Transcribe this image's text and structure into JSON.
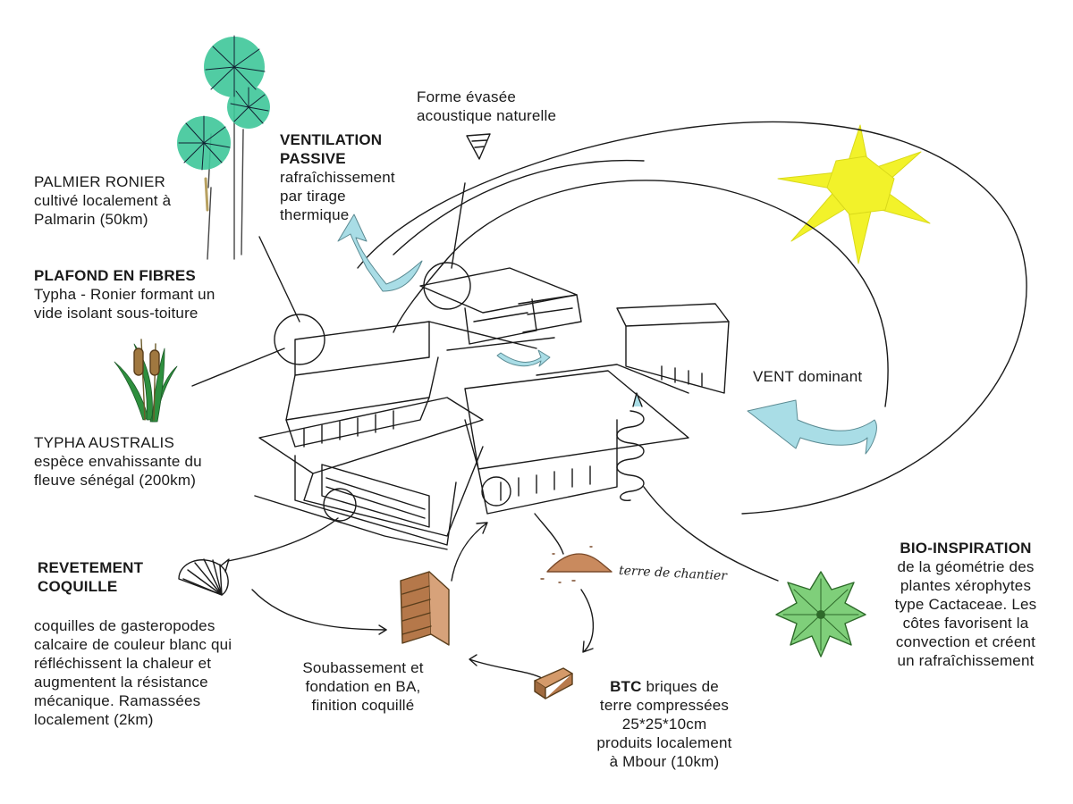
{
  "labels": {
    "palmier": {
      "line1": "PALMIER RONIER",
      "line2": "cultivé localement à",
      "line3": "Palmarin (50km)"
    },
    "ventilation": {
      "title1": "VENTILATION",
      "title2": "PASSIVE",
      "line1": "rafraîchissement",
      "line2": "par tirage",
      "line3": "thermique"
    },
    "forme": {
      "line1": "Forme évasée",
      "line2": "acoustique naturelle"
    },
    "plafond": {
      "title": "PLAFOND EN FIBRES",
      "line1": "Typha - Ronier formant un",
      "line2": "vide isolant sous-toiture"
    },
    "vent": {
      "line1": "VENT dominant"
    },
    "typha": {
      "line1": "TYPHA AUSTRALIS",
      "line2": "espèce envahissante du",
      "line3": "fleuve sénégal (200km)"
    },
    "revetement": {
      "title1": "REVETEMENT",
      "title2": "COQUILLE",
      "line1": "coquilles de gasteropodes",
      "line2": "calcaire de couleur blanc qui",
      "line3": "réfléchissent la chaleur et",
      "line4": "augmentent la résistance",
      "line5": "mécanique.  Ramassées",
      "line6": "localement (2km)"
    },
    "soubassement": {
      "line1": "Soubassement et",
      "line2": "fondation en BA,",
      "line3": "finition coquillé"
    },
    "btc": {
      "title": "BTC",
      "line1": " briques de",
      "line2": "terre compressées",
      "line3": "25*25*10cm",
      "line4": "produits localement",
      "line5": "à Mbour (10km)"
    },
    "bio": {
      "title": "BIO-INSPIRATION",
      "line1": "de la géométrie des",
      "line2": "plantes  xérophytes",
      "line3": "type Cactaceae. Les",
      "line4": "côtes favorisent la",
      "line5": "convection et créent",
      "line6": "un rafraîchissement"
    },
    "terre": {
      "line1": "terre de chantier"
    }
  },
  "colors": {
    "ink": "#1a1a1a",
    "sun": "#f2f22a",
    "palm": "#3fc79a",
    "air": "#a9dde6",
    "earth": "#c98a5e",
    "brick": "#b5784a",
    "cactus": "#7fcf7a",
    "reed": "#2e8f3e"
  }
}
